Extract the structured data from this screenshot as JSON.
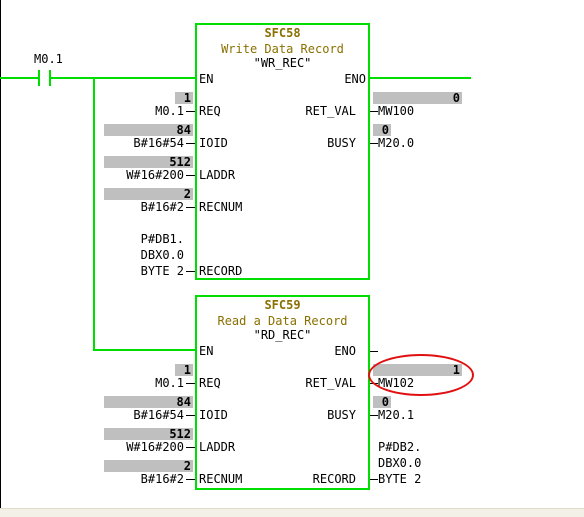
{
  "contact": {
    "label": "M0.1"
  },
  "sfc58": {
    "title": "SFC58",
    "subtitle": "Write Data Record",
    "instance": "\"WR_REC\"",
    "pins": {
      "en": "EN",
      "eno": "ENO",
      "req": "REQ",
      "ioid": "IOID",
      "laddr": "LADDR",
      "recnum": "RECNUM",
      "record": "RECORD",
      "ret_val": "RET_VAL",
      "busy": "BUSY"
    },
    "inputs": {
      "req": {
        "status": "1",
        "operand": "M0.1"
      },
      "ioid": {
        "status": "84",
        "operand": "B#16#54"
      },
      "laddr": {
        "status": "512",
        "operand": "W#16#200"
      },
      "recnum": {
        "status": "2",
        "operand": "B#16#2"
      },
      "record": {
        "line1": "P#DB1.",
        "line2": "DBX0.0",
        "line3": "BYTE 2"
      }
    },
    "outputs": {
      "ret_val": {
        "status": "0",
        "operand": "MW100"
      },
      "busy": {
        "status": "0",
        "operand": "M20.0"
      }
    }
  },
  "sfc59": {
    "title": "SFC59",
    "subtitle": "Read a Data Record",
    "instance": "\"RD_REC\"",
    "pins": {
      "en": "EN",
      "eno": "ENO",
      "req": "REQ",
      "ioid": "IOID",
      "laddr": "LADDR",
      "recnum": "RECNUM",
      "record": "RECORD",
      "ret_val": "RET_VAL",
      "busy": "BUSY"
    },
    "inputs": {
      "req": {
        "status": "1",
        "operand": "M0.1"
      },
      "ioid": {
        "status": "84",
        "operand": "B#16#54"
      },
      "laddr": {
        "status": "512",
        "operand": "W#16#200"
      },
      "recnum": {
        "status": "2",
        "operand": "B#16#2"
      }
    },
    "outputs": {
      "ret_val": {
        "status": "1",
        "operand": "MW102"
      },
      "busy": {
        "status": "0",
        "operand": "M20.1"
      },
      "record": {
        "line1": "P#DB2.",
        "line2": "DBX0.0",
        "line3": "BYTE 2"
      }
    }
  },
  "colors": {
    "power_flow": "#00dd00",
    "status_bar": "#bfbfbf",
    "highlight": "#e01010",
    "block_title": "#8a7000"
  }
}
